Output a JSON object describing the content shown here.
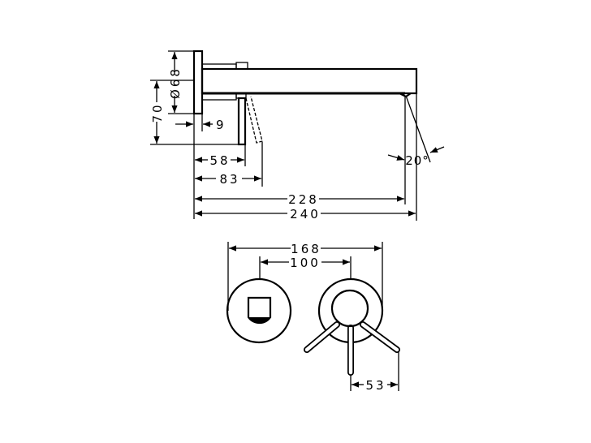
{
  "side_view": {
    "dims": {
      "diameter": "Ø68",
      "height": "70",
      "plate": "9",
      "lever_near": "58",
      "lever_far": "83",
      "spout_outlet": "228",
      "spout_length": "240",
      "angle": "20°"
    }
  },
  "front_view": {
    "dims": {
      "overall": "168",
      "centers": "100",
      "handle": "53"
    }
  }
}
